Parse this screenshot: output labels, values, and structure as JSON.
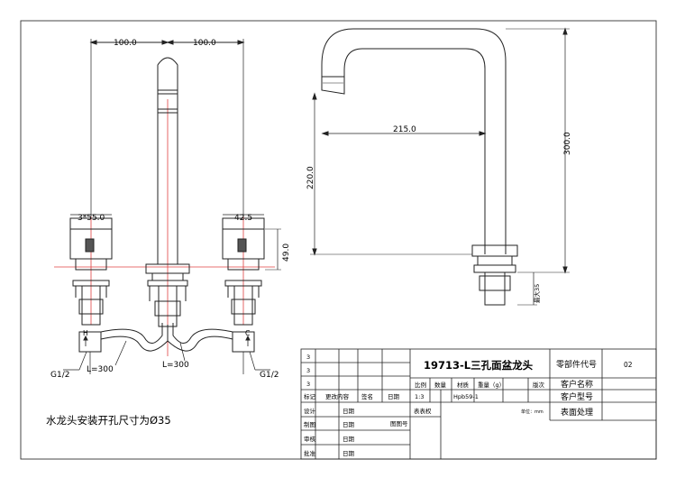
{
  "dimensions": {
    "left_span": "100.0",
    "right_span": "100.0",
    "handle_left": "3*55.0",
    "handle_right": "42.5",
    "handle_height": "49.0",
    "pipe_left": "L=300",
    "pipe_center": "L=300",
    "thread_left": "G1/2",
    "thread_right": "G1/2",
    "hot_mark": "H",
    "cold_mark": "C",
    "reach": "215.0",
    "total_height": "300.0",
    "spout_height": "220.0",
    "max_thickness": "最大35"
  },
  "note": "水龙头安装开孔尺寸为Ø35",
  "title_block": {
    "title": "19713-L三孔面盆龙头",
    "part_code_label": "零部件代号",
    "part_code_value": "02",
    "customer_name_label": "客户名称",
    "customer_model_label": "客户型号",
    "surface_label": "表面处理",
    "rev_rows": [
      "3",
      "3",
      "3"
    ],
    "col_scale": "比例",
    "col_qty": "数量",
    "col_material": "材质",
    "col_weight": "重量（g）",
    "col_version": "版次",
    "scale_value": "1:3",
    "material_value": "Hpb59-1",
    "unit": "单位：mm",
    "mark_col": "标记",
    "change_col": "更改内容",
    "sign_col": "签名",
    "date_col": "日期",
    "sheet_label": "表表权",
    "drawing_no_label": "图图号",
    "role_design": "设计",
    "role_draft": "制图",
    "role_check": "审核",
    "role_approve": "批准",
    "date_label": "日期"
  }
}
